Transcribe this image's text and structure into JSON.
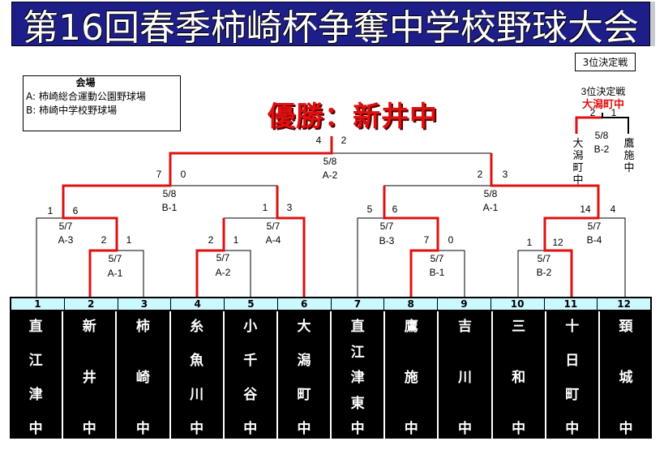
{
  "title": "第16回春季柿崎杯争奪中学校野球大会",
  "venue": {
    "heading": "会場",
    "lines": [
      "A: 柿崎総合運動公園野球場",
      "B: 柿崎中学校野球場"
    ]
  },
  "winner_banner": "優勝：新井中",
  "third_place": {
    "box_label": "3位決定戦",
    "heading": "3位決定戦",
    "winner": "大潟町中",
    "date": "5/8",
    "venue": "B-2",
    "left_team": "大潟町中",
    "right_team": "鷹施中",
    "left_score": "2",
    "right_score": "1"
  },
  "games": {
    "r1_a1": {
      "date": "5/7",
      "venue": "A-1",
      "left": "2",
      "right": "1"
    },
    "r1_a2": {
      "date": "5/7",
      "venue": "A-2",
      "left": "2",
      "right": "1"
    },
    "r1_b1": {
      "date": "5/7",
      "venue": "B-1",
      "left": "7",
      "right": "0"
    },
    "r1_b2": {
      "date": "5/7",
      "venue": "B-2",
      "left": "1",
      "right": "12"
    },
    "r2_a3": {
      "date": "5/7",
      "venue": "A-3",
      "left": "1",
      "right": "6"
    },
    "r2_a4": {
      "date": "5/7",
      "venue": "A-4",
      "left": "1",
      "right": "3"
    },
    "r2_b3": {
      "date": "5/7",
      "venue": "B-3",
      "left": "5",
      "right": "6"
    },
    "r2_b4": {
      "date": "5/7",
      "venue": "B-4",
      "left": "14",
      "right": "4"
    },
    "semi_b1": {
      "date": "5/8",
      "venue": "B-1",
      "left": "7",
      "right": "0"
    },
    "semi_a1": {
      "date": "5/8",
      "venue": "A-1",
      "left": "2",
      "right": "3"
    },
    "final": {
      "date": "5/8",
      "venue": "A-2",
      "left": "4",
      "right": "2"
    }
  },
  "teams": [
    {
      "no": "1",
      "name": "直江津中"
    },
    {
      "no": "2",
      "name": "新井中"
    },
    {
      "no": "3",
      "name": "柿崎中"
    },
    {
      "no": "4",
      "name": "糸魚川中"
    },
    {
      "no": "5",
      "name": "小千谷中"
    },
    {
      "no": "6",
      "name": "大潟町中"
    },
    {
      "no": "7",
      "name": "直江津東中"
    },
    {
      "no": "8",
      "name": "鷹施中"
    },
    {
      "no": "9",
      "name": "吉川中"
    },
    {
      "no": "10",
      "name": "三和中"
    },
    {
      "no": "11",
      "name": "十日町中"
    },
    {
      "no": "12",
      "name": "頚城中"
    }
  ],
  "colors": {
    "winner_line": "#e01010",
    "title_bg": "#1e1e8a",
    "number_row": "#ccf8ff"
  }
}
